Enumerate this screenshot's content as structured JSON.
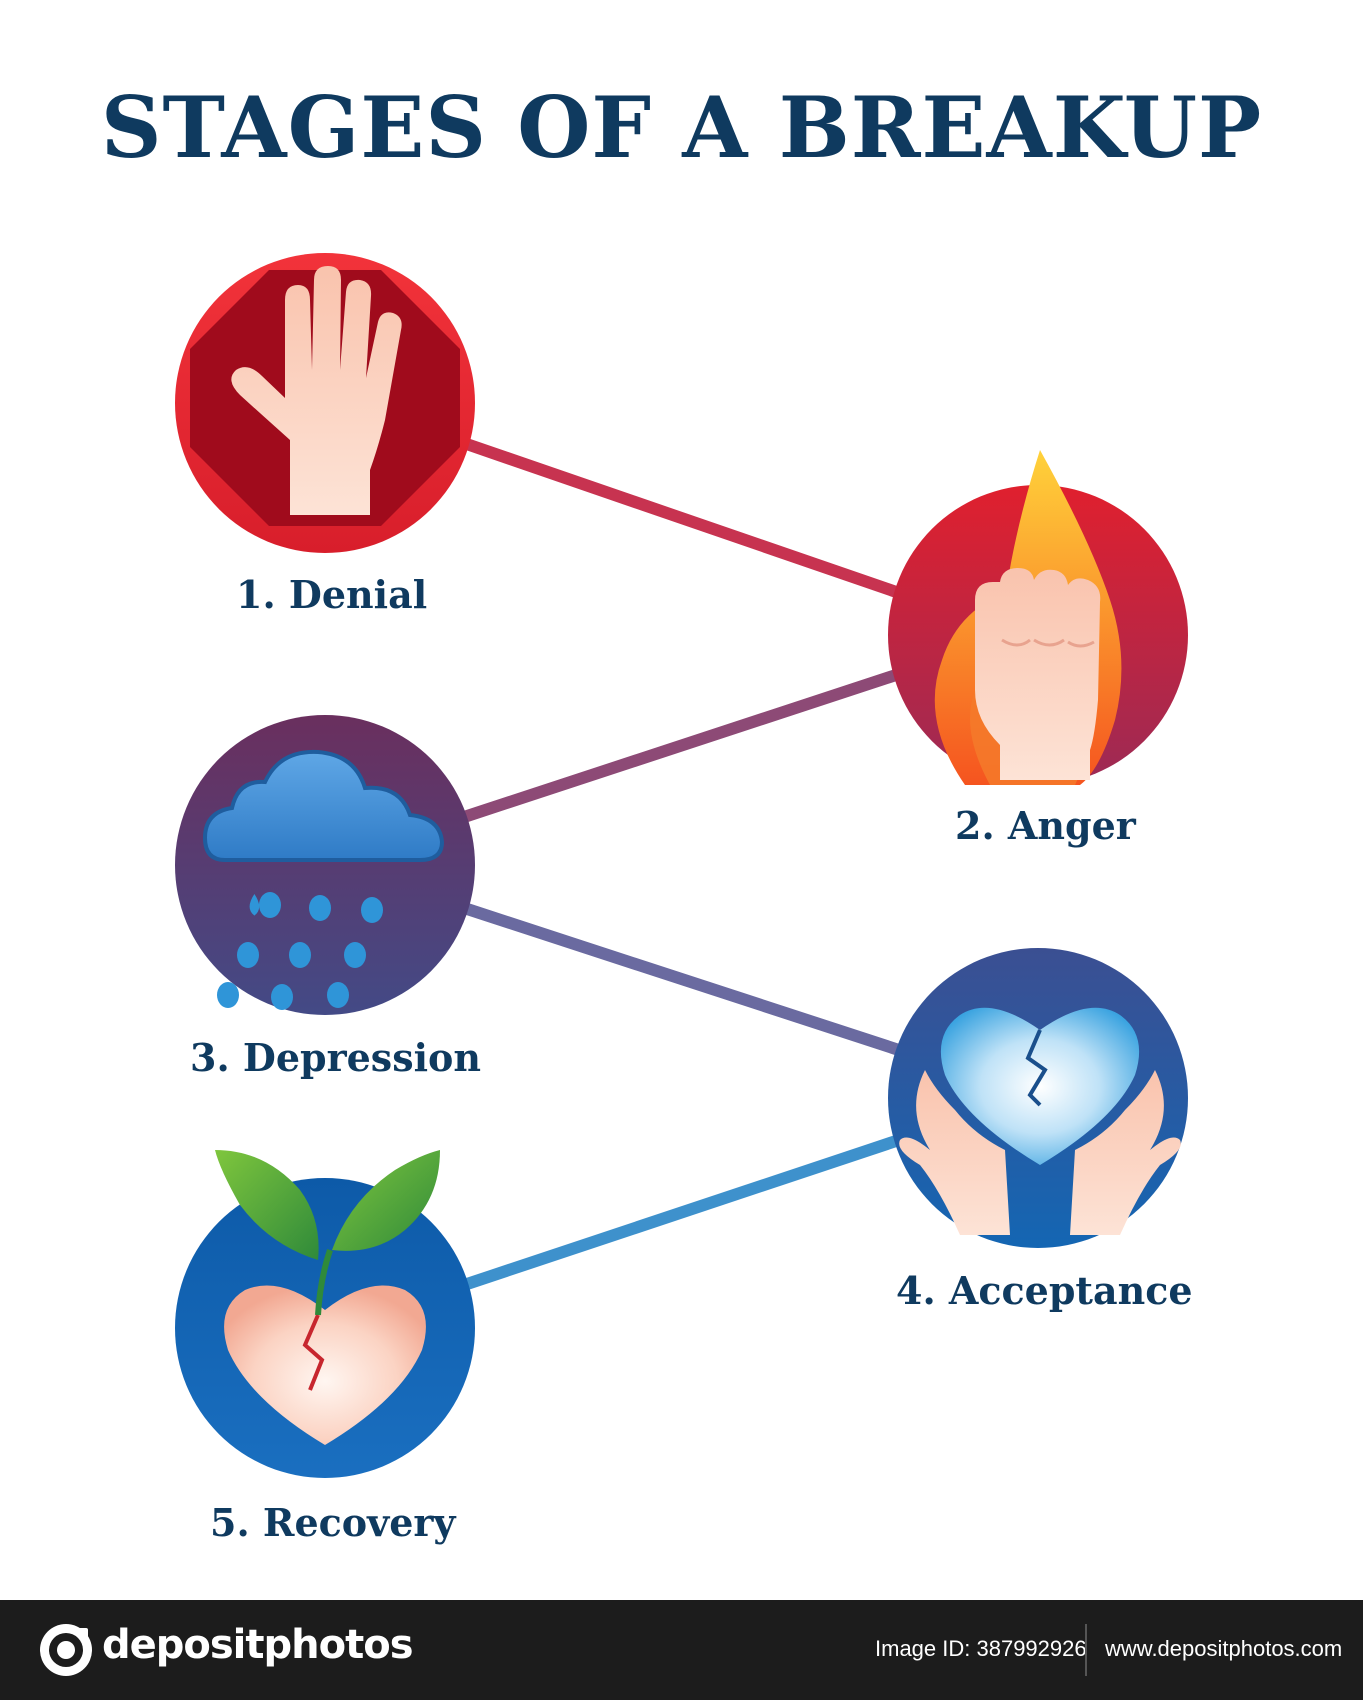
{
  "title": "STAGES OF A BREAKUP",
  "stages": [
    {
      "label": "1. Denial",
      "icon": "stop-hand-icon",
      "color": "#e8262f"
    },
    {
      "label": "2. Anger",
      "icon": "fist-fire-icon",
      "color": "#d7263a"
    },
    {
      "label": "3. Depression",
      "icon": "rain-cloud-icon",
      "color": "#5b3d72"
    },
    {
      "label": "4. Acceptance",
      "icon": "hands-broken-heart-icon",
      "color": "#1f5fa6"
    },
    {
      "label": "5. Recovery",
      "icon": "sprouting-heart-icon",
      "color": "#1565b0"
    }
  ],
  "footer": {
    "brand": "depositphotos",
    "image_id": "Image ID: 387992926",
    "url": "www.depositphotos.com"
  }
}
